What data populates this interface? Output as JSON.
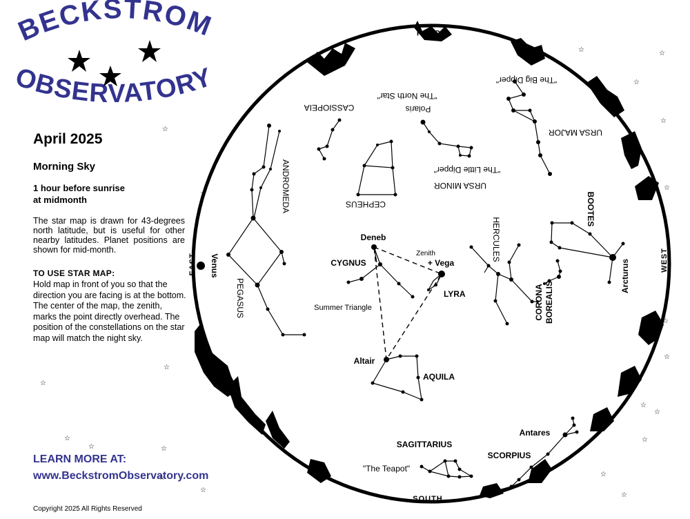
{
  "logo": {
    "line1": "BECKSTROM",
    "line2": "OBSERVATORY",
    "color": "#33338f"
  },
  "sidebar": {
    "title": "April 2025",
    "subtitle": "Morning Sky",
    "when_line1": "1 hour before sunrise",
    "when_line2": "at midmonth",
    "note": "The star map is drawn for 43-degrees north latitude, but is useful for other nearby latitudes. Planet positions are shown for mid-month.",
    "howto_heading": "TO USE STAR MAP:",
    "howto_text": "Hold map in front of you so that the direction you are facing is at the bottom. The center of the map, the zenith, marks the point directly overhead. The position of the constellations on the star map will match the night sky.",
    "learn_more": "LEARN MORE AT:",
    "url": "www.BeckstromObservatory.com",
    "copyright": "Copyright 2025 All Rights Reserved"
  },
  "map": {
    "directions": {
      "north": "NORTH",
      "south": "SOUTH",
      "east": "EAST",
      "west": "WEST"
    },
    "labels": {
      "cassiopeia": "CASSIOPEIA",
      "polaris": "Polaris",
      "north_star": "\"The North Star\"",
      "big_dipper": "\"The Big Dipper\"",
      "ursa_major": "URSA MAJOR",
      "little_dipper": "\"The Little Dipper\"",
      "ursa_minor": "URSA MINOR",
      "cepheus": "CEPHEUS",
      "andromeda": "ANDROMEDA",
      "venus": "Venus",
      "pegasus": "PEGASUS",
      "deneb": "Deneb",
      "zenith": "Zenith",
      "vega": "+ Vega",
      "cygnus": "CYGNUS",
      "lyra": "LYRA",
      "summer_triangle": "Summer Triangle",
      "altair": "Altair",
      "aquila": "AQUILA",
      "hercules": "HERCULES",
      "corona_borealis_1": "CORONA",
      "corona_borealis_2": "BOREALIS",
      "bootes": "BOOTES",
      "arcturus": "Arcturus",
      "sagittarius": "SAGITTARIUS",
      "teapot": "\"The Teapot\"",
      "antares": "Antares",
      "scorpius": "SCORPIUS"
    }
  }
}
